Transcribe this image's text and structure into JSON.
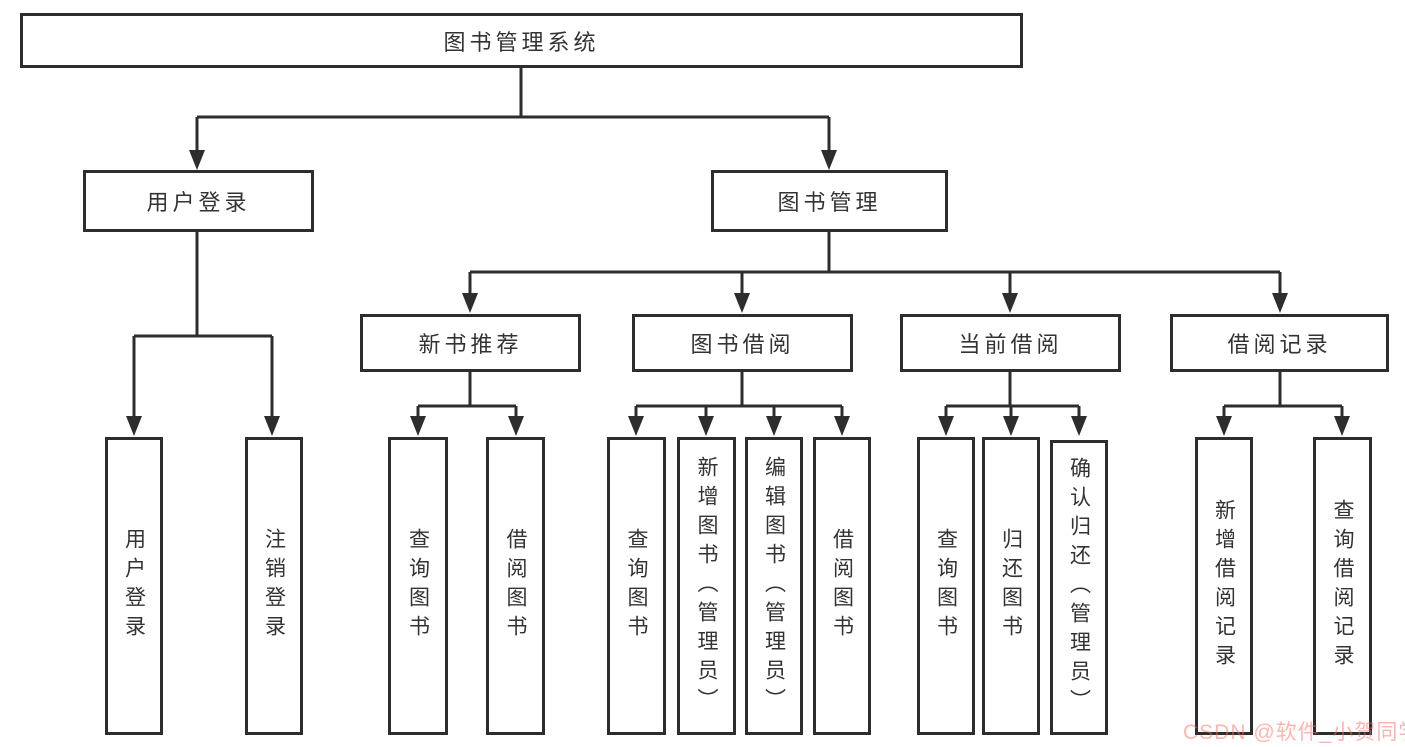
{
  "tree": {
    "label": "图书管理系统",
    "children": [
      {
        "label": "用户登录",
        "children": [
          {
            "label": "用户登录"
          },
          {
            "label": "注销登录"
          }
        ]
      },
      {
        "label": "图书管理",
        "children": [
          {
            "label": "新书推荐",
            "children": [
              {
                "label": "查询图书"
              },
              {
                "label": "借阅图书"
              }
            ]
          },
          {
            "label": "图书借阅",
            "children": [
              {
                "label": "查询图书"
              },
              {
                "label": "新增图书（管理员）"
              },
              {
                "label": "编辑图书（管理员）"
              },
              {
                "label": "借阅图书"
              }
            ]
          },
          {
            "label": "当前借阅",
            "children": [
              {
                "label": "查询图书"
              },
              {
                "label": "归还图书"
              },
              {
                "label": "确认归还（管理员）"
              }
            ]
          },
          {
            "label": "借阅记录",
            "children": [
              {
                "label": "新增借阅记录"
              },
              {
                "label": "查询借阅记录"
              }
            ]
          }
        ]
      }
    ]
  },
  "watermark": {
    "text": "CSDN @软件_小贺同学"
  },
  "colors": {
    "line": "#2d2d2d",
    "text": "#333333",
    "background": "#ffffff",
    "watermark": "rgba(250,110,100,0.5)"
  }
}
